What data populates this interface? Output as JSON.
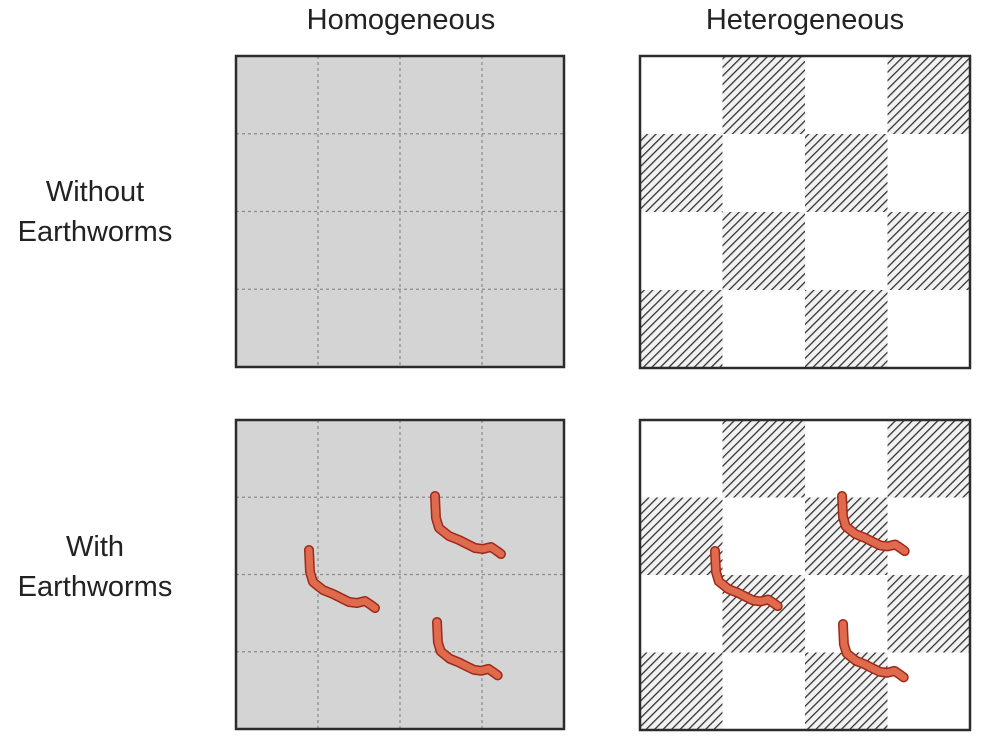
{
  "columns": {
    "homogeneous": "Homogeneous",
    "heterogeneous": "Heterogeneous"
  },
  "rows": {
    "without": [
      "Without",
      "Earthworms"
    ],
    "with": [
      "With",
      "Earthworms"
    ]
  },
  "colors": {
    "homogeneous_fill": "#d4d4d4",
    "grid_line": "#8a8a8a",
    "hatch": "#333333",
    "worm": "#e06a4e",
    "worm_outline": "#9c2a18",
    "border": "#2b2b2b"
  },
  "panels": {
    "grid": {
      "rows": 4,
      "cols": 4
    },
    "heterogeneous_pattern": [
      [
        0,
        1,
        0,
        1
      ],
      [
        1,
        0,
        1,
        0
      ],
      [
        0,
        1,
        0,
        1
      ],
      [
        1,
        0,
        1,
        0
      ]
    ],
    "earthworms_per_panel": 3
  }
}
